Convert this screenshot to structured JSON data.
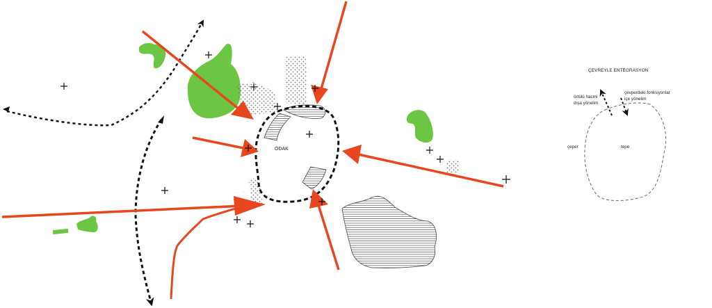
{
  "main_diagram": {
    "focus_label": "ODAK"
  },
  "legend_diagram": {
    "title": "ÇEVREYLE ENTEGRASYON",
    "outward_label_line1": "örtülü hacmi",
    "outward_label_line2": "dışa yönelim",
    "inward_label_line1": "çevperdeki fonksiyonlar",
    "inward_label_line2": "içe yönelim",
    "edge_label": "çeper",
    "summit_label": "tepe"
  },
  "colors": {
    "arrow_red": "#e8461f",
    "green_area": "#6cc644",
    "dashed_line": "#111111",
    "hatch": "#555555"
  }
}
